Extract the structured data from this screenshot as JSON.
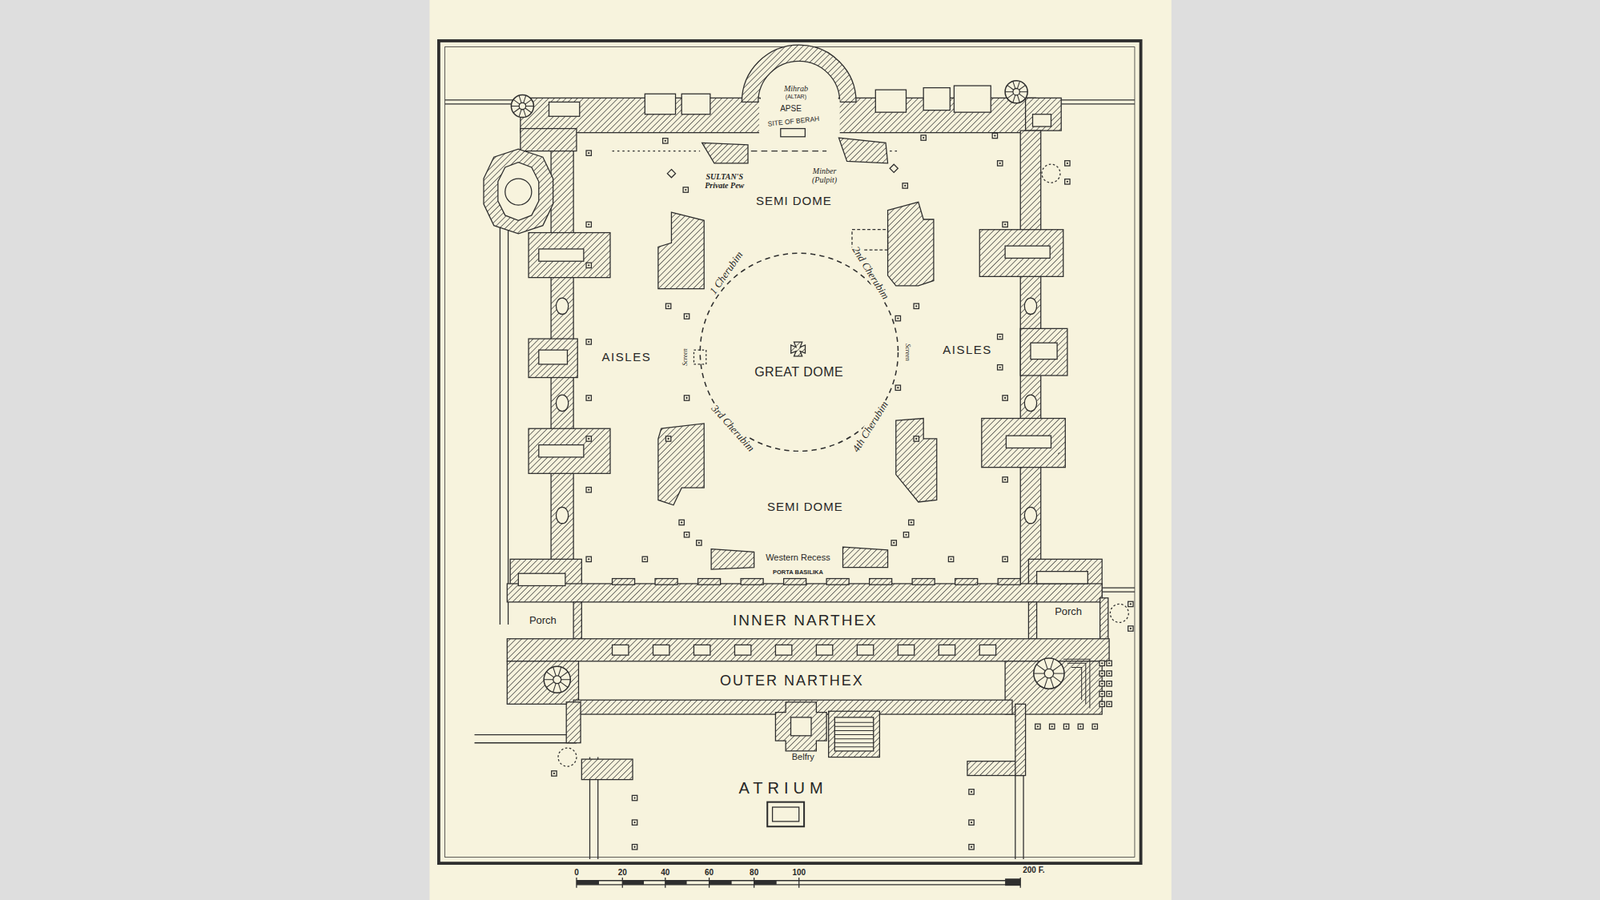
{
  "diagram": {
    "nodes": [
      {
        "text": [
          "GREAT DOME"
        ]
      },
      {
        "text": [
          "Porch"
        ]
      },
      {
        "text": [
          "INNER NARTHEX"
        ]
      },
      {
        "text": [
          "Porch"
        ]
      },
      {
        "text": [
          "OUTER NARTHEX"
        ]
      },
      {
        "text": [
          "ATRIUM"
        ]
      }
    ],
    "labels": [
      "Mihrab",
      "(ALTAR)",
      "APSE",
      "SITE OF BERAH",
      "SULTAN'S Private Pew",
      "Minber (Pulpit)",
      "SEMI DOME",
      "1 Cherubim",
      "2nd Cherubim",
      "AISLES",
      "Screen",
      "Screen",
      "AISLES",
      "3rd Cherubim",
      "4th Cherubim",
      "SEMI DOME",
      "Western Recess",
      "PORTA BASILIKA",
      "Belfry",
      "0",
      "20",
      "40",
      "60",
      "80",
      "100",
      "200 F."
    ]
  }
}
